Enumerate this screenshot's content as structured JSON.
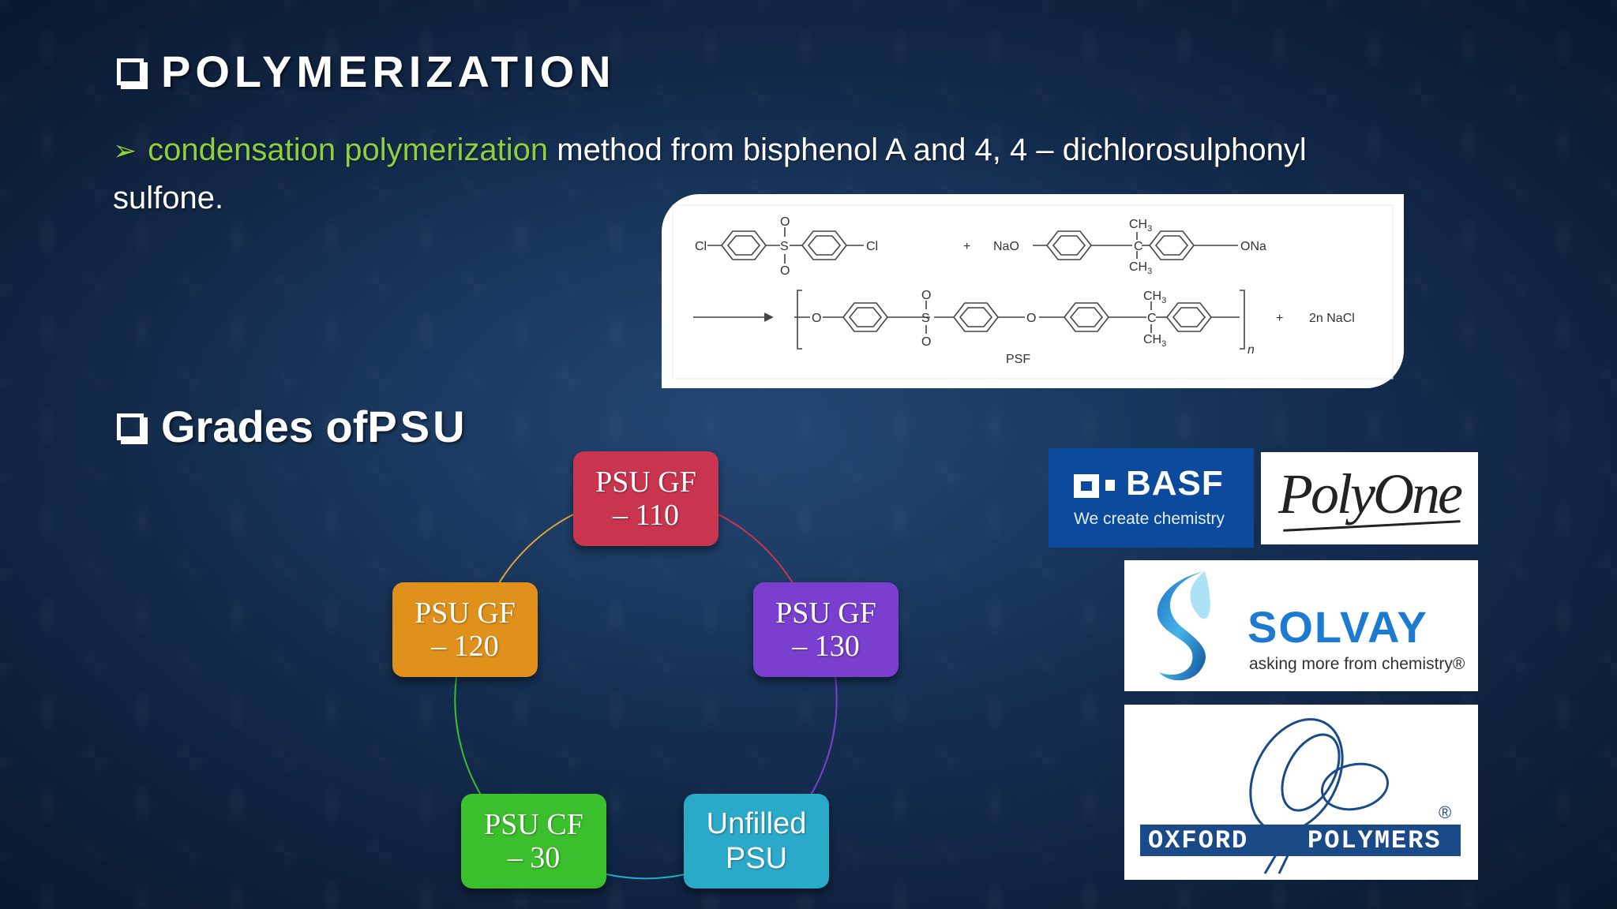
{
  "slide": {
    "heading_main": "POLYMERIZATION",
    "bullet": {
      "highlight": "condensation polymerization",
      "text_line1": " method from bisphenol A and 4, 4 – dichlorosulphonyl",
      "text_line2": "sulfone."
    },
    "heading_grades_prefix": "Grades of ",
    "heading_grades_suffix": "PSU",
    "icons": {
      "bullet": "arrowhead-bullet-icon",
      "checkbox": "checkbox-icon"
    }
  },
  "reaction": {
    "reactant1_left": "Cl",
    "reactant1_right": "Cl",
    "plus1": "+",
    "reactant2_left": "NaO",
    "reactant2_right": "ONa",
    "methyl_top": "CH3",
    "methyl_bottom": "CH3",
    "sulfonyl_o": "O",
    "sulfonyl_s": "S",
    "ether_o": "O",
    "repeat_n": "n",
    "plus2": "+",
    "byproduct": "2n NaCl",
    "product_label": "PSF"
  },
  "grades": [
    {
      "line1": "PSU GF",
      "line2": "– 110",
      "color": "#c9344f"
    },
    {
      "line1": "PSU GF",
      "line2": "– 130",
      "color": "#7a3fcf"
    },
    {
      "line1": "Unfilled",
      "line2": "PSU",
      "color": "#2aa9c9"
    },
    {
      "line1": "PSU CF",
      "line2": "– 30",
      "color": "#3cbf2c"
    },
    {
      "line1": "PSU GF",
      "line2": "– 120",
      "color": "#e0911c"
    }
  ],
  "logos": {
    "basf": {
      "brand": "BASF",
      "tagline": "We create chemistry",
      "color": "#0b4a9c"
    },
    "polyone": {
      "brand": "PolyOne"
    },
    "solvay": {
      "brand": "SOLVAY",
      "tagline": "asking more from chemistry®",
      "color": "#1c7bd1"
    },
    "oxford": {
      "word1": "OXFORD",
      "word2": "POLYMERS",
      "reg": "®",
      "color": "#1a4a88"
    }
  }
}
